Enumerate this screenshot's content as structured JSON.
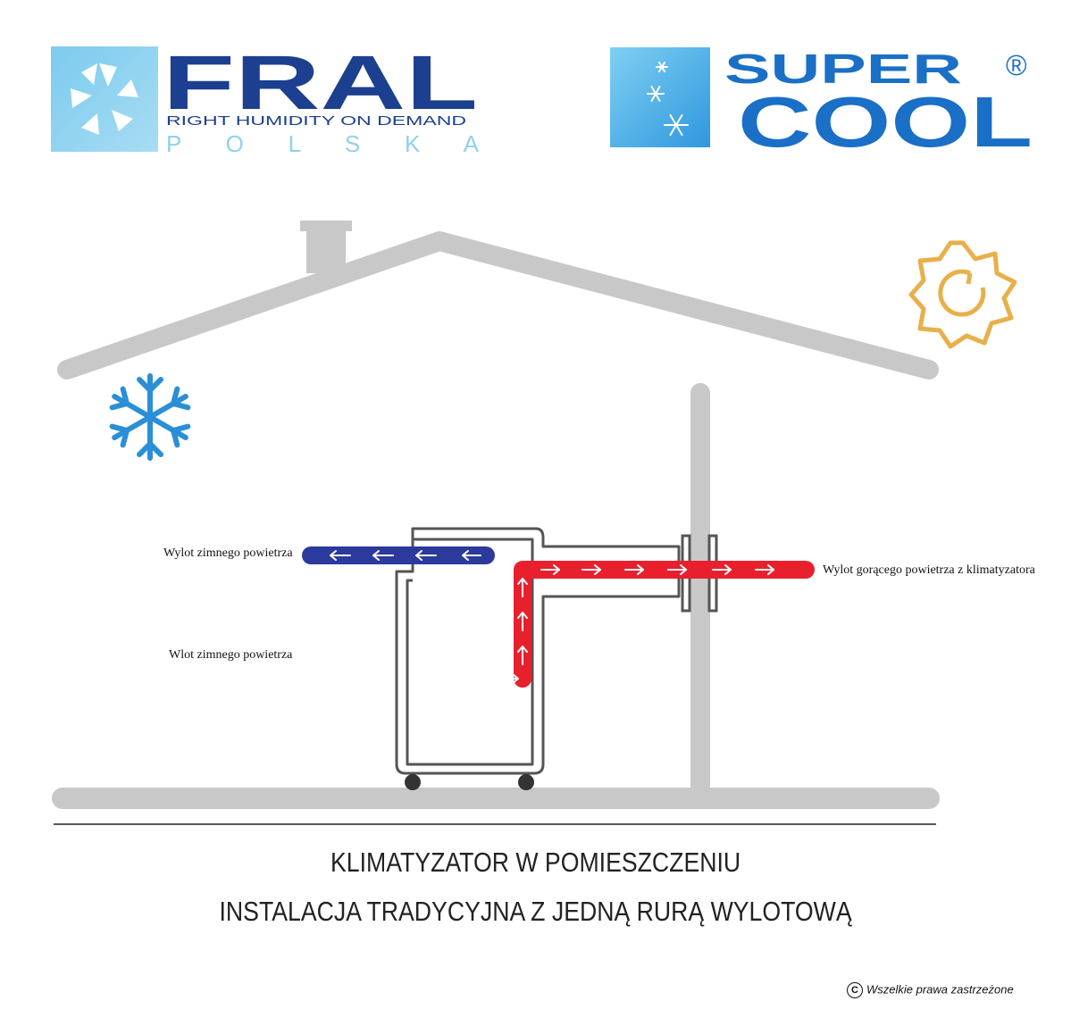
{
  "logos": {
    "fral": {
      "name": "FRAL",
      "tagline": "RIGHT HUMIDITY ON DEMAND",
      "subname": "P O L S K A",
      "colors": {
        "box": "#8fd2ee",
        "name": "#1c3f8f",
        "tagline": "#1c3f8f",
        "subname": "#8fd2ee"
      }
    },
    "supercool": {
      "line1": "SUPER",
      "line2": "COOL",
      "registered": "®",
      "colors": {
        "box": "#3aa8e0",
        "text": "#1a6fc7"
      }
    }
  },
  "labels": {
    "cold_out": "Wylot zimnego powietrza",
    "cold_in": "Wlot zimnego powietrza",
    "hot_out": "Wylot gorącego powietrza z klimatyzatora"
  },
  "caption": {
    "line1": "KLIMATYZATOR W POMIESZCZENIU",
    "line2": "INSTALACJA TRADYCYJNA Z JEDNĄ RURĄ WYLOTOWĄ"
  },
  "copyright": "Wszelkie prawa zastrzeżone",
  "icons": [
    "snowflake-icon",
    "sun-icon"
  ],
  "colors": {
    "house": "#c8c8c8",
    "unit_outline": "#555555",
    "cold_out_flow": "#2b3a9c",
    "cold_in_flow": "#3aa3dc",
    "hot_flow": "#e8202e",
    "snowflake": "#2a8fd6",
    "sun": "#e8b04a"
  }
}
